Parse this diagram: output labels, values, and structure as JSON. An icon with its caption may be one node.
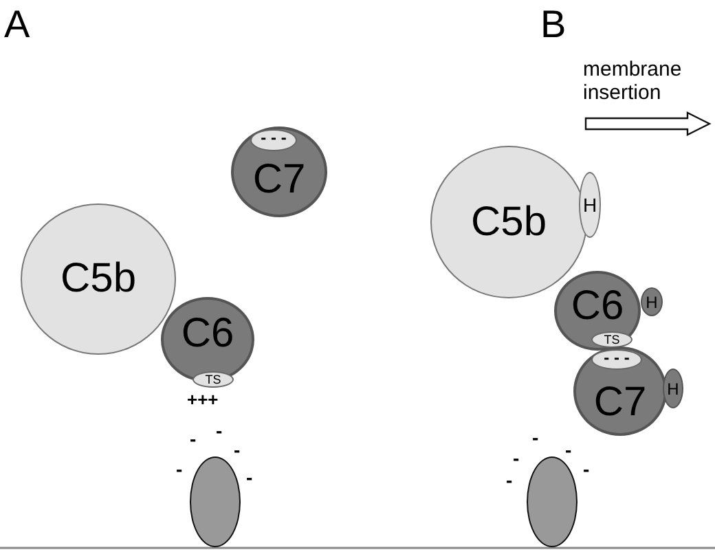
{
  "diagram": {
    "nodes": [
      {
        "text": [
          "C7"
        ]
      },
      {
        "text": [
          "- - -"
        ],
        "in": 0
      },
      {
        "text": [
          "C5b"
        ]
      },
      {
        "text": [
          "C6"
        ]
      },
      {
        "text": [
          "TS"
        ],
        "in": 3
      },
      {
        "text": [],
        "shape": "oval"
      },
      {
        "text": [
          "C5b"
        ]
      },
      {
        "text": [
          "H"
        ]
      },
      {
        "text": [
          "C6"
        ]
      },
      {
        "text": [
          "H"
        ]
      },
      {
        "text": [
          "TS"
        ],
        "in": 8
      },
      {
        "text": [
          "C7"
        ]
      },
      {
        "text": [
          "- - -"
        ],
        "in": 11
      },
      {
        "text": [
          "H"
        ]
      },
      {
        "text": [],
        "shape": "oval"
      }
    ],
    "labels": [
      "A",
      "B",
      "membrane insertion",
      "+++",
      "-",
      "-",
      "-",
      "-",
      "-",
      "-",
      "-",
      "-",
      "-",
      "-"
    ]
  }
}
